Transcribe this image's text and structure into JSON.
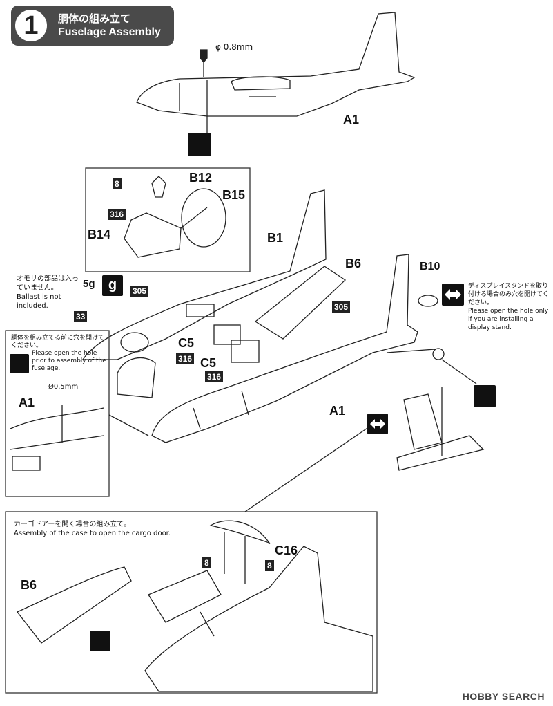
{
  "header": {
    "step_number": "1",
    "title_jp": "胴体の組み立て",
    "title_en": "Fuselage Assembly"
  },
  "drill": {
    "top_label": "φ 0.8mm",
    "inset_label": "Ø0.5mm"
  },
  "parts": {
    "A1_top": "A1",
    "A1_main": "A1",
    "A1_inset": "A1",
    "B12": "B12",
    "B15": "B15",
    "B14": "B14",
    "B1": "B1",
    "B6_main": "B6",
    "B6_lower": "B6",
    "B10": "B10",
    "C5_a": "C5",
    "C5_b": "C5",
    "C16": "C16"
  },
  "glue_codes": {
    "n8_top": "8",
    "n316_a": "316",
    "n305_a": "305",
    "n305_b": "305",
    "n33": "33",
    "n316_b": "316",
    "n316_c": "316",
    "n8_lower_a": "8",
    "n8_lower_b": "8"
  },
  "ballast": {
    "weight": "5g",
    "weight_icon_glyph": "g",
    "note_jp": "オモリの部品は入っていません。",
    "note_en": "Ballast is not included."
  },
  "inset_hole": {
    "note_jp": "胴体を組み立てる前に穴を開けてください。",
    "note_en": "Please open the hole prior to assembly of the fuselage."
  },
  "stand_note": {
    "jp": "ディスプレイスタンドを取り付ける場合のみ穴を開けてください。",
    "en": "Please open the hole only if you are installing a display stand."
  },
  "cargo_note": {
    "jp": "カーゴドアーを開く場合の組み立て。",
    "en": "Assembly of the case to open the cargo door."
  },
  "watermark": "HOBBY SEARCH",
  "icons": [
    "drill-icon",
    "cut-icon",
    "weight-icon",
    "option-arrow-icon",
    "glue-icon"
  ]
}
